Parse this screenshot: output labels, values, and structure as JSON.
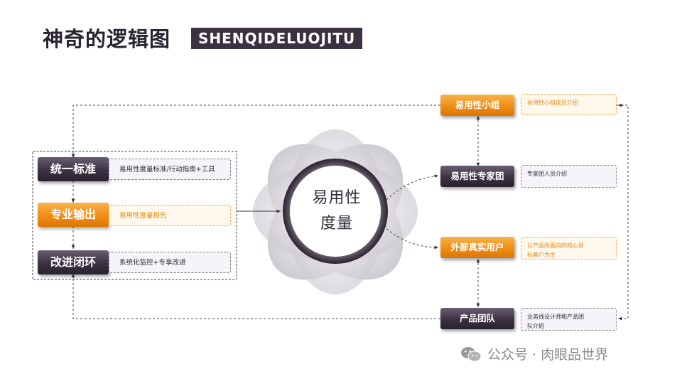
{
  "header": {
    "title": "神奇的逻辑图",
    "subtitle": "SHENQIDELUOJITU"
  },
  "center": {
    "line1": "易用性",
    "line2": "度量"
  },
  "left_items": [
    {
      "label": "统一标准",
      "desc": "易用性度量标准/行动指南+工具"
    },
    {
      "label": "专业输出",
      "desc": "易用性度量报告"
    },
    {
      "label": "改进闭环",
      "desc": "系统化监控+专享改进"
    }
  ],
  "right_items": [
    {
      "label": "易用性小组",
      "desc_lines": [
        "易用性小组成员介绍"
      ]
    },
    {
      "label": "易用性专家团",
      "desc_lines": [
        "专家团人员介绍"
      ]
    },
    {
      "label": "外部真实用户",
      "desc_lines": [
        "以产品所面向的核心目",
        "标客户为主"
      ]
    },
    {
      "label": "产品团队",
      "desc_lines": [
        "业务线设计师和产品团",
        "队介绍"
      ]
    }
  ],
  "watermark": {
    "text": "公众号 · 肉眼品世界",
    "icon": "wechat-icon"
  },
  "colors": {
    "dark": "#3b3142",
    "orange": "#ee8a10",
    "text": "#2b2633"
  }
}
